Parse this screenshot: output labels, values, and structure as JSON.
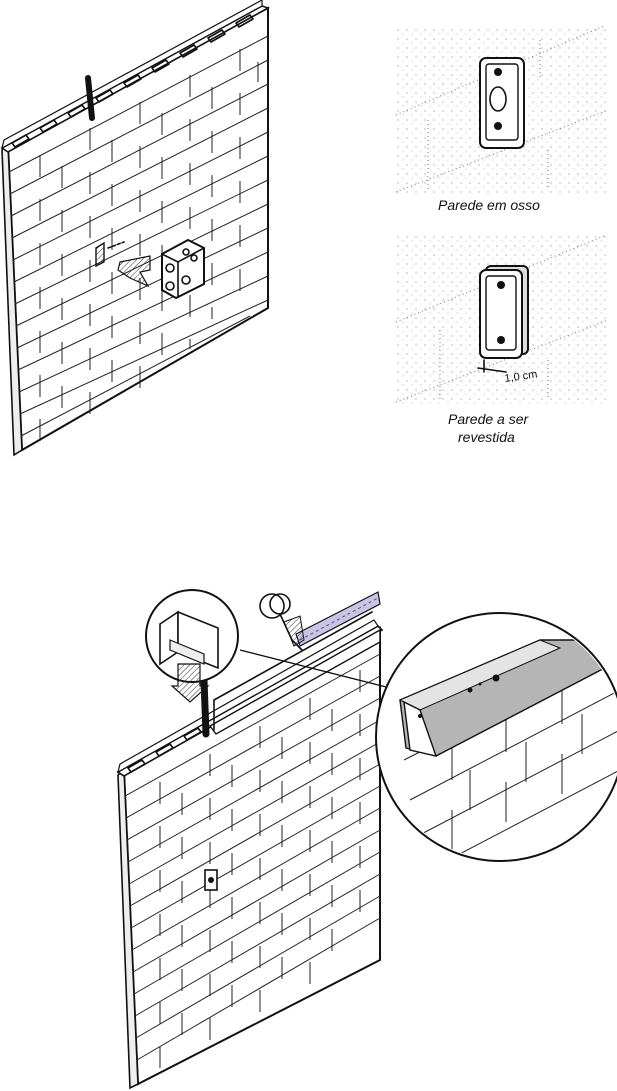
{
  "panels": {
    "top_detail_1": {
      "caption": "Parede em osso"
    },
    "top_detail_2": {
      "caption_line1": "Parede a ser",
      "caption_line2": "revestida",
      "dimension": "1,0 cm"
    }
  },
  "colors": {
    "ink": "#111111",
    "paper": "#ffffff",
    "highlight": "#c8c4e6",
    "shade": "#b5b5b5"
  },
  "icons": [
    "brick-wall",
    "electrical-box",
    "conduit",
    "arrow",
    "u-block",
    "wire-coil",
    "magnifier-circle"
  ]
}
